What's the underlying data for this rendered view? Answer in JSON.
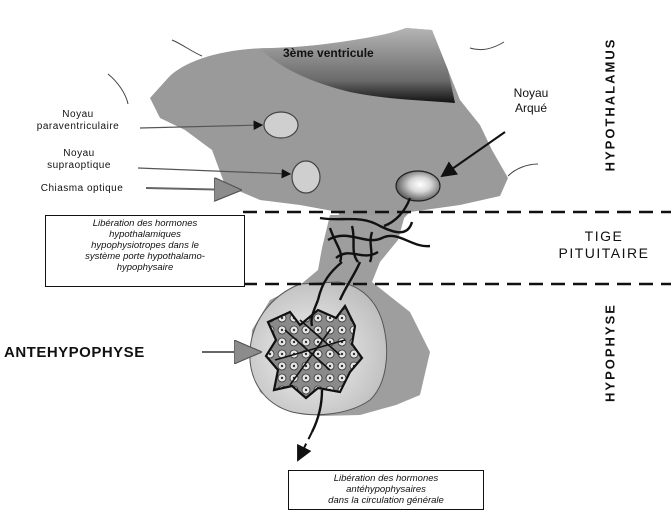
{
  "labels": {
    "ventricle": "3ème ventricule",
    "paraventricular": [
      "Noyau",
      "paraventriculaire"
    ],
    "supraoptic": [
      "Noyau",
      "supraoptique"
    ],
    "chiasma": "Chiasma optique",
    "arcuate": [
      "Noyau",
      "Arqué"
    ],
    "anterior_pituitary": "ANTEHYPOPHYSE"
  },
  "regions": {
    "hypothalamus": "HYPOTHALAMUS",
    "stalk": [
      "TIGE",
      "PITUITAIRE"
    ],
    "pituitary": "HYPOPHYSE"
  },
  "boxes": {
    "release_hypothalamic": [
      "Libération des hormones",
      "hypothalamiques",
      "hypophysiotropes dans le",
      "système porte hypothalamo-",
      "hypophysaire"
    ],
    "release_anterior": [
      "Libération des hormones",
      "antéhypophysaires",
      "dans la circulation générale"
    ]
  }
}
